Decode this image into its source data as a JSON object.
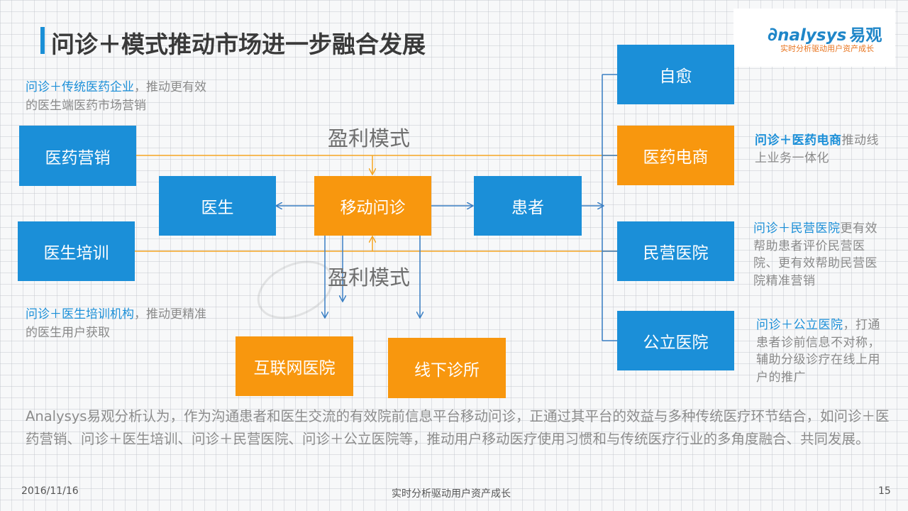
{
  "header": {
    "title": "问诊＋模式推动市场进一步融合发展",
    "logo_name": "nalysys",
    "logo_cn": "易观",
    "logo_tagline": "实时分析驱动用户资产成长"
  },
  "colors": {
    "blue": "#1b8fd8",
    "orange": "#f8970e",
    "arrow": "#3a7fc4",
    "line": "#f5a623"
  },
  "diagram": {
    "nodes": {
      "pharma_marketing": "医药营销",
      "doctor_training": "医生培训",
      "doctor": "医生",
      "mobile_consult": "移动问诊",
      "patient": "患者",
      "internet_hospital": "互联网医院",
      "offline_clinic": "线下诊所",
      "self_heal": "自愈",
      "pharma_ecommerce": "医药电商",
      "private_hospital": "民营医院",
      "public_hospital": "公立医院"
    },
    "profit_labels": {
      "top": "盈利模式",
      "bottom": "盈利模式"
    }
  },
  "notes": {
    "left_top": {
      "highlight": "问诊＋传统医药企业",
      "text": "，推动更有效的医生端医药市场营销"
    },
    "left_bottom": {
      "highlight": "问诊＋医生培训机构",
      "text": "，推动更精准的医生用户获取"
    },
    "right_ecommerce": {
      "highlight": "问诊＋医药电商",
      "text": "推动线上业务一体化"
    },
    "right_private": {
      "highlight": "问诊＋民营医院",
      "text": "更有效帮助患者评价民营医院、更有效帮助民营医院精准营销"
    },
    "right_public": {
      "highlight": "问诊＋公立医院",
      "text": "，打通患者诊前信息不对称，辅助分级诊疗在线上用户的推广"
    }
  },
  "summary": "Analysys易观分析认为，作为沟通患者和医生交流的有效院前信息平台移动问诊，正通过其平台的效益与多种传统医疗环节结合，如问诊＋医药营销、问诊＋医生培训、问诊＋民营医院、问诊＋公立医院等，推动用户移动医疗使用习惯和与传统医疗行业的多角度融合、共同发展。",
  "footer": {
    "date": "2016/11/16",
    "center": "实时分析驱动用户资产成长",
    "page": "15"
  }
}
